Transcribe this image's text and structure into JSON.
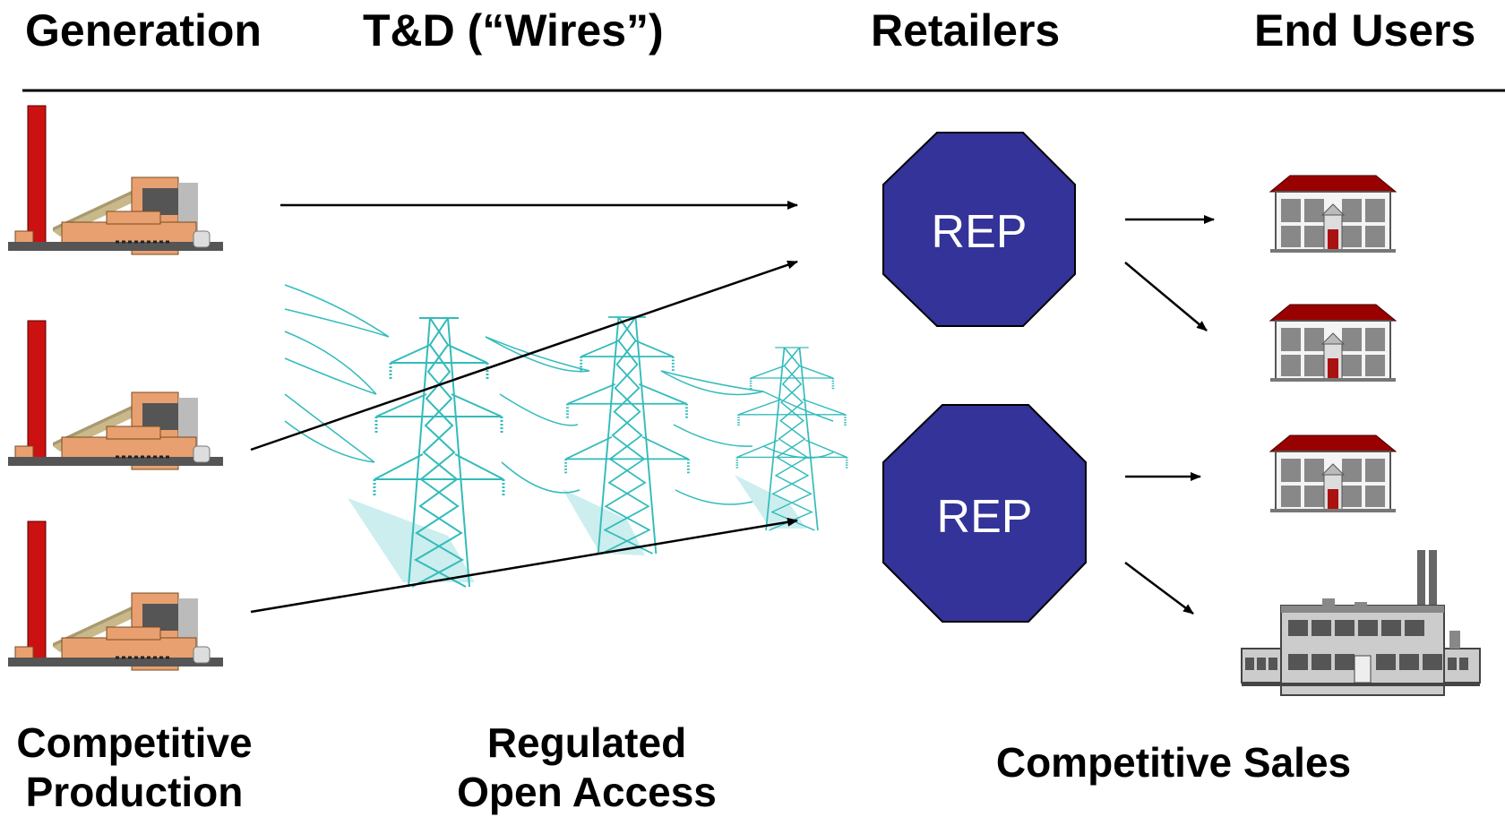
{
  "headers": {
    "generation": "Generation",
    "td": "T&D (“Wires”)",
    "retailers": "Retailers",
    "end_users": "End Users"
  },
  "retailers": [
    {
      "label": "REP"
    },
    {
      "label": "REP"
    }
  ],
  "footers": {
    "production": {
      "line1": "Competitive",
      "line2": "Production"
    },
    "access": {
      "line1": "Regulated",
      "line2": "Open Access"
    },
    "sales": "Competitive Sales"
  },
  "colors": {
    "rep_fill": "#333399",
    "wire_color": "#33bbbb",
    "stack_red": "#cc1111",
    "plant_orange": "#e8a070",
    "roof_red": "#990000"
  },
  "icons": {
    "power_plant": "power-plant-icon",
    "transmission_tower": "transmission-tower-icon",
    "house": "house-icon",
    "factory": "factory-icon"
  }
}
